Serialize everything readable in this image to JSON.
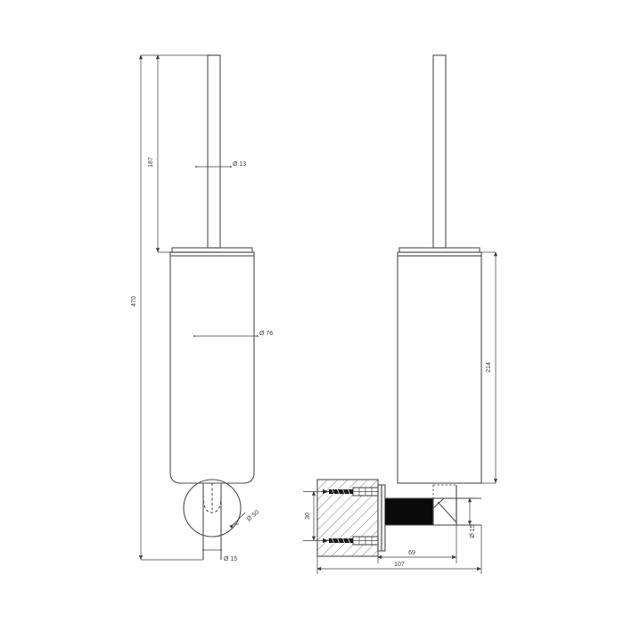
{
  "drawing": {
    "title": "Toilet brush holder technical drawing",
    "type": "engineering-dimension-drawing",
    "units": "mm",
    "line_color": "#4d4d4d",
    "dim_color": "#3c3c3c",
    "hatch_color": "#5a5a5a",
    "solid_fill": "#0a0a0a",
    "background": "#ffffff",
    "views": [
      {
        "name": "front-elevation",
        "position": "left"
      },
      {
        "name": "side-section-elevation",
        "position": "right"
      }
    ]
  },
  "dimensions": {
    "handle_length": "187",
    "handle_diameter": "Ø 13",
    "overall_height": "470",
    "cup_diameter": "Ø 76",
    "base_flange_diameter": "Ø 50",
    "base_hole_diameter": "Ø 15",
    "cup_height": "214",
    "bracket_hole_spacing": "30",
    "bracket_projection": "69",
    "overall_projection": "107",
    "rod_diameter": "Ø 15"
  },
  "labels": {
    "handle_length": "187",
    "handle_diameter": "Ø 13",
    "overall_height": "470",
    "cup_diameter": "Ø 76",
    "flange_diameter": "Ø 50",
    "hole_diameter_front": "Ø 15",
    "cup_height_side": "214",
    "spacing_30": "30",
    "projection_69": "69",
    "projection_107": "107",
    "rod_dia_side": "Ø 15"
  }
}
